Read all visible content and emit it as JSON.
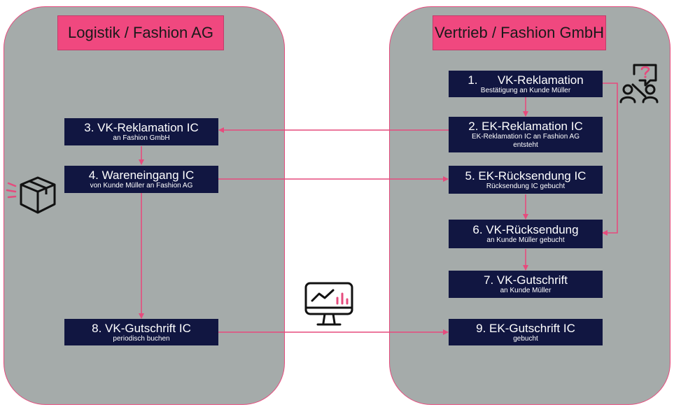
{
  "panels": {
    "left": {
      "title": "Logistik / Fashion AG"
    },
    "right": {
      "title": "Vertrieb / Fashion GmbH"
    }
  },
  "steps": {
    "s1": {
      "title": "1.      VK-Reklamation",
      "sub": "Bestätigung an Kunde Müller"
    },
    "s2": {
      "title": "2. EK-Reklamation IC",
      "sub": "EK-Reklamation IC an Fashion AG",
      "sub2": "entsteht"
    },
    "s3": {
      "title": "3. VK-Reklamation IC",
      "sub": "an Fashion GmbH"
    },
    "s4": {
      "title": "4. Wareneingang IC",
      "sub": "von Kunde Müller an Fashion AG"
    },
    "s5": {
      "title": "5. EK-Rücksendung IC",
      "sub": "Rücksendung IC gebucht"
    },
    "s6": {
      "title": "6. VK-Rücksendung",
      "sub": "an Kunde Müller gebucht"
    },
    "s7": {
      "title": "7. VK-Gutschrift",
      "sub": "an Kunde Müller"
    },
    "s8": {
      "title": "8. VK-Gutschrift IC",
      "sub": "periodisch buchen"
    },
    "s9": {
      "title": "9. EK-Gutschrift IC",
      "sub": "gebucht"
    }
  },
  "icons": {
    "package": "package-icon",
    "monitor": "monitor-chart-icon",
    "support": "people-question-icon"
  },
  "colors": {
    "panel": "#a5abaa",
    "accent": "#f0487f",
    "box": "#111641",
    "arrow": "#e64b7d"
  }
}
